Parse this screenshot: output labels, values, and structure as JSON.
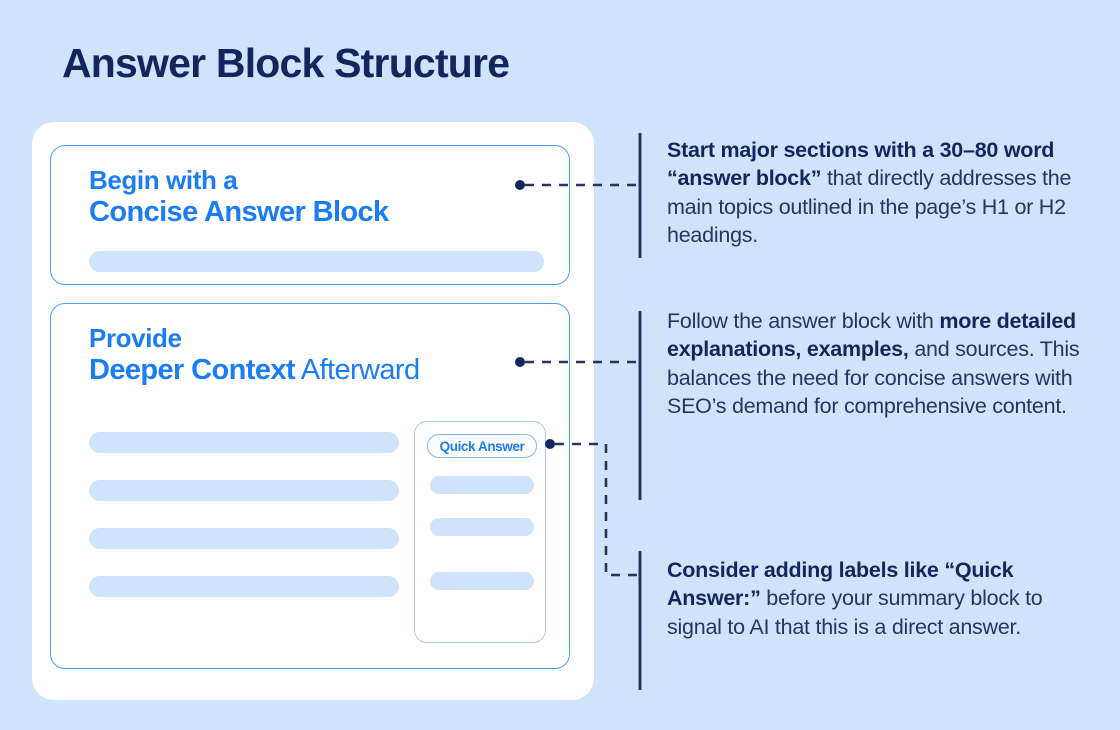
{
  "page": {
    "title": "Answer Block Structure",
    "background_color": "#cfe4fb",
    "accent_blue": "#1a7df5",
    "navy": "#11265c",
    "body_text_color": "#23365f",
    "skeleton_color": "#cfe3fb"
  },
  "mockup": {
    "cards": [
      {
        "name": "concise-answer-block-card",
        "heading_line1": "Begin with a",
        "heading_line2_bold": "Concise Answer Block",
        "heading_line2_light": ""
      },
      {
        "name": "deeper-context-card",
        "heading_line1": "Provide",
        "heading_line2_bold": "Deeper Context",
        "heading_line2_light": " Afterward"
      }
    ],
    "inner_panel": {
      "pill_label": "Quick Answer",
      "placeholder_bar_count": 3
    },
    "body_placeholder_bar_count": 4
  },
  "annotations": [
    {
      "name": "annotation-answer-block",
      "bold": "Start major sections with a 30–80 word “answer block”",
      "rest": " that directly addresses the main topics outlined in the page’s H1 or H2 headings."
    },
    {
      "name": "annotation-deeper-context",
      "lead": "Follow the answer block with ",
      "bold": "more detailed explanations, examples,",
      "rest": " and sources. This balances the need for concise answers with SEO’s demand for comprehensive content."
    },
    {
      "name": "annotation-quick-answer-label",
      "bold": "Consider adding labels like “Quick Answer:”",
      "rest": " before your summary block to signal to AI that this is a direct answer."
    }
  ]
}
